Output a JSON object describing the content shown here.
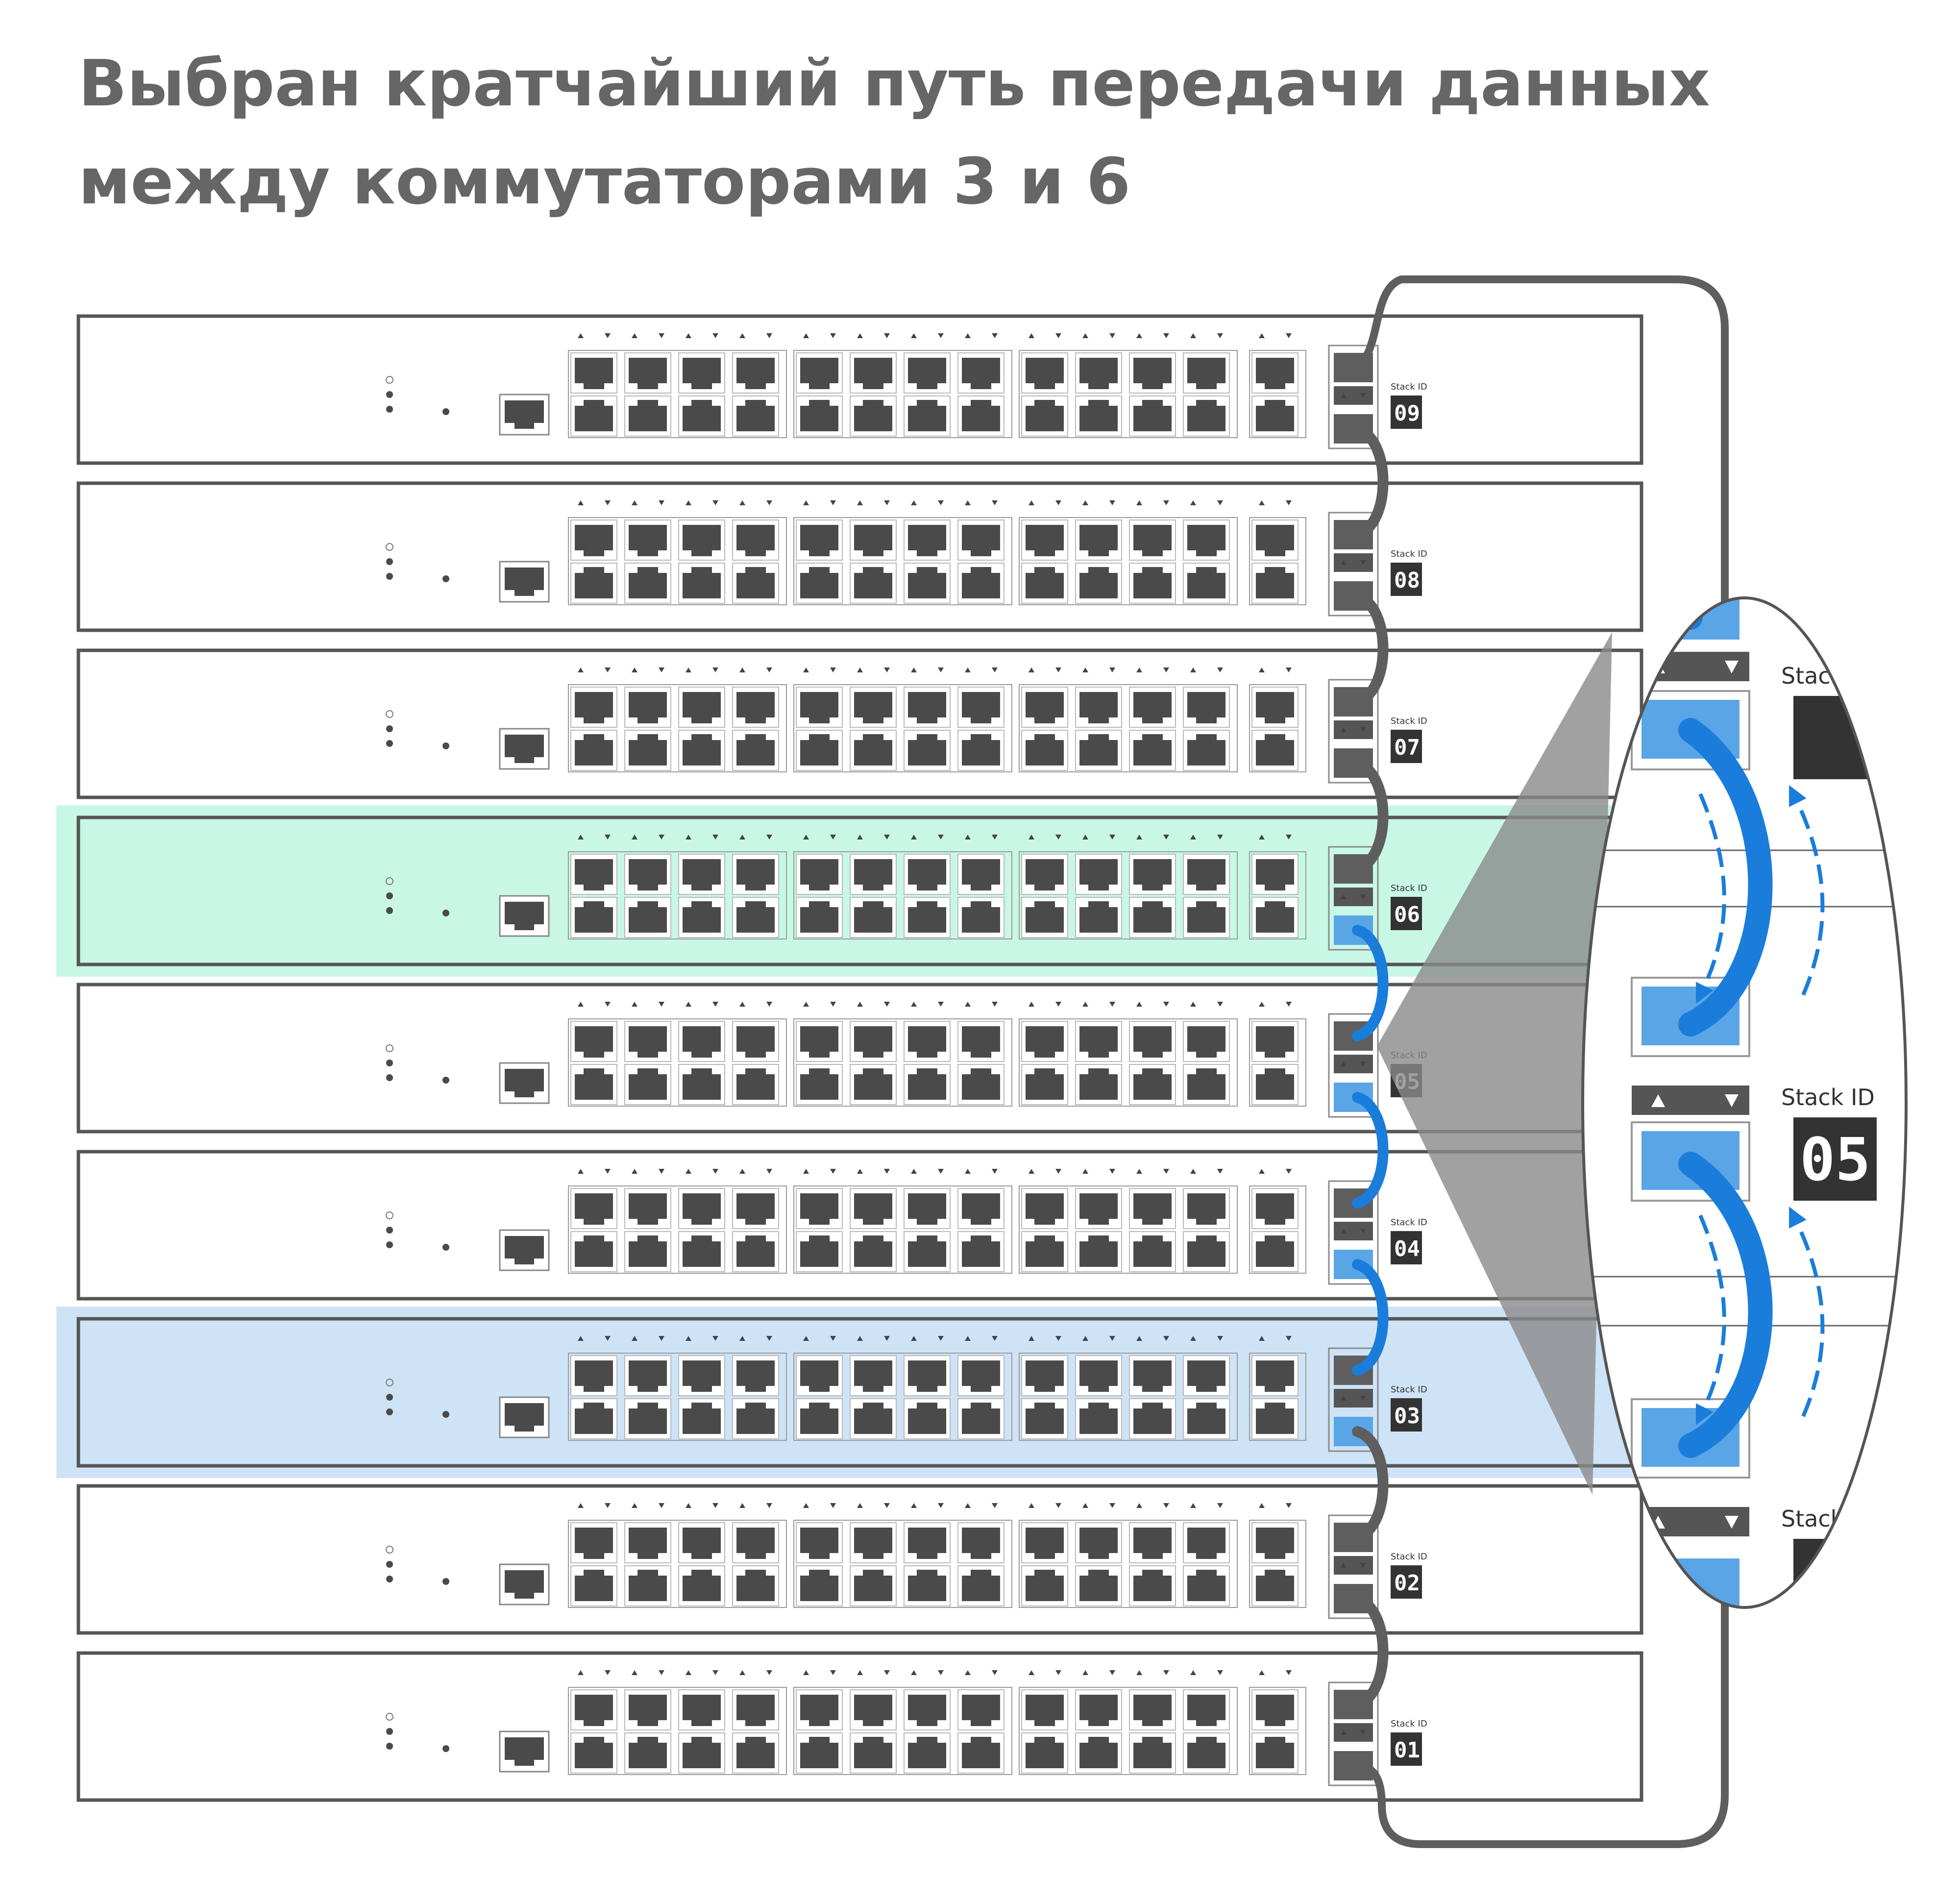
{
  "title": {
    "line1": "Выбран кратчайший путь передачи данных",
    "line2": "между коммутаторами 3 и 6"
  },
  "stack_label": "Stack ID",
  "switches": [
    {
      "id": "09",
      "highlight": "none"
    },
    {
      "id": "08",
      "highlight": "none"
    },
    {
      "id": "07",
      "highlight": "none"
    },
    {
      "id": "06",
      "highlight": "destination"
    },
    {
      "id": "05",
      "highlight": "none"
    },
    {
      "id": "04",
      "highlight": "none"
    },
    {
      "id": "03",
      "highlight": "source"
    },
    {
      "id": "02",
      "highlight": "none"
    },
    {
      "id": "01",
      "highlight": "none"
    }
  ],
  "active_path": [
    "03",
    "04",
    "05",
    "06"
  ],
  "zoom_view": {
    "stack_label": "Stack ID",
    "visible_id": "05"
  },
  "colors": {
    "frame": "#555555",
    "port": "#4a4a4a",
    "cable_inactive": "#5e5e5e",
    "cable_active": "#1a7ddb",
    "module_active": "#5aa5e6",
    "highlight_destination": "#c8f7e6",
    "highlight_source": "#cfe3f7",
    "title": "#666666",
    "zoom_cone": "#8a8a8a"
  }
}
